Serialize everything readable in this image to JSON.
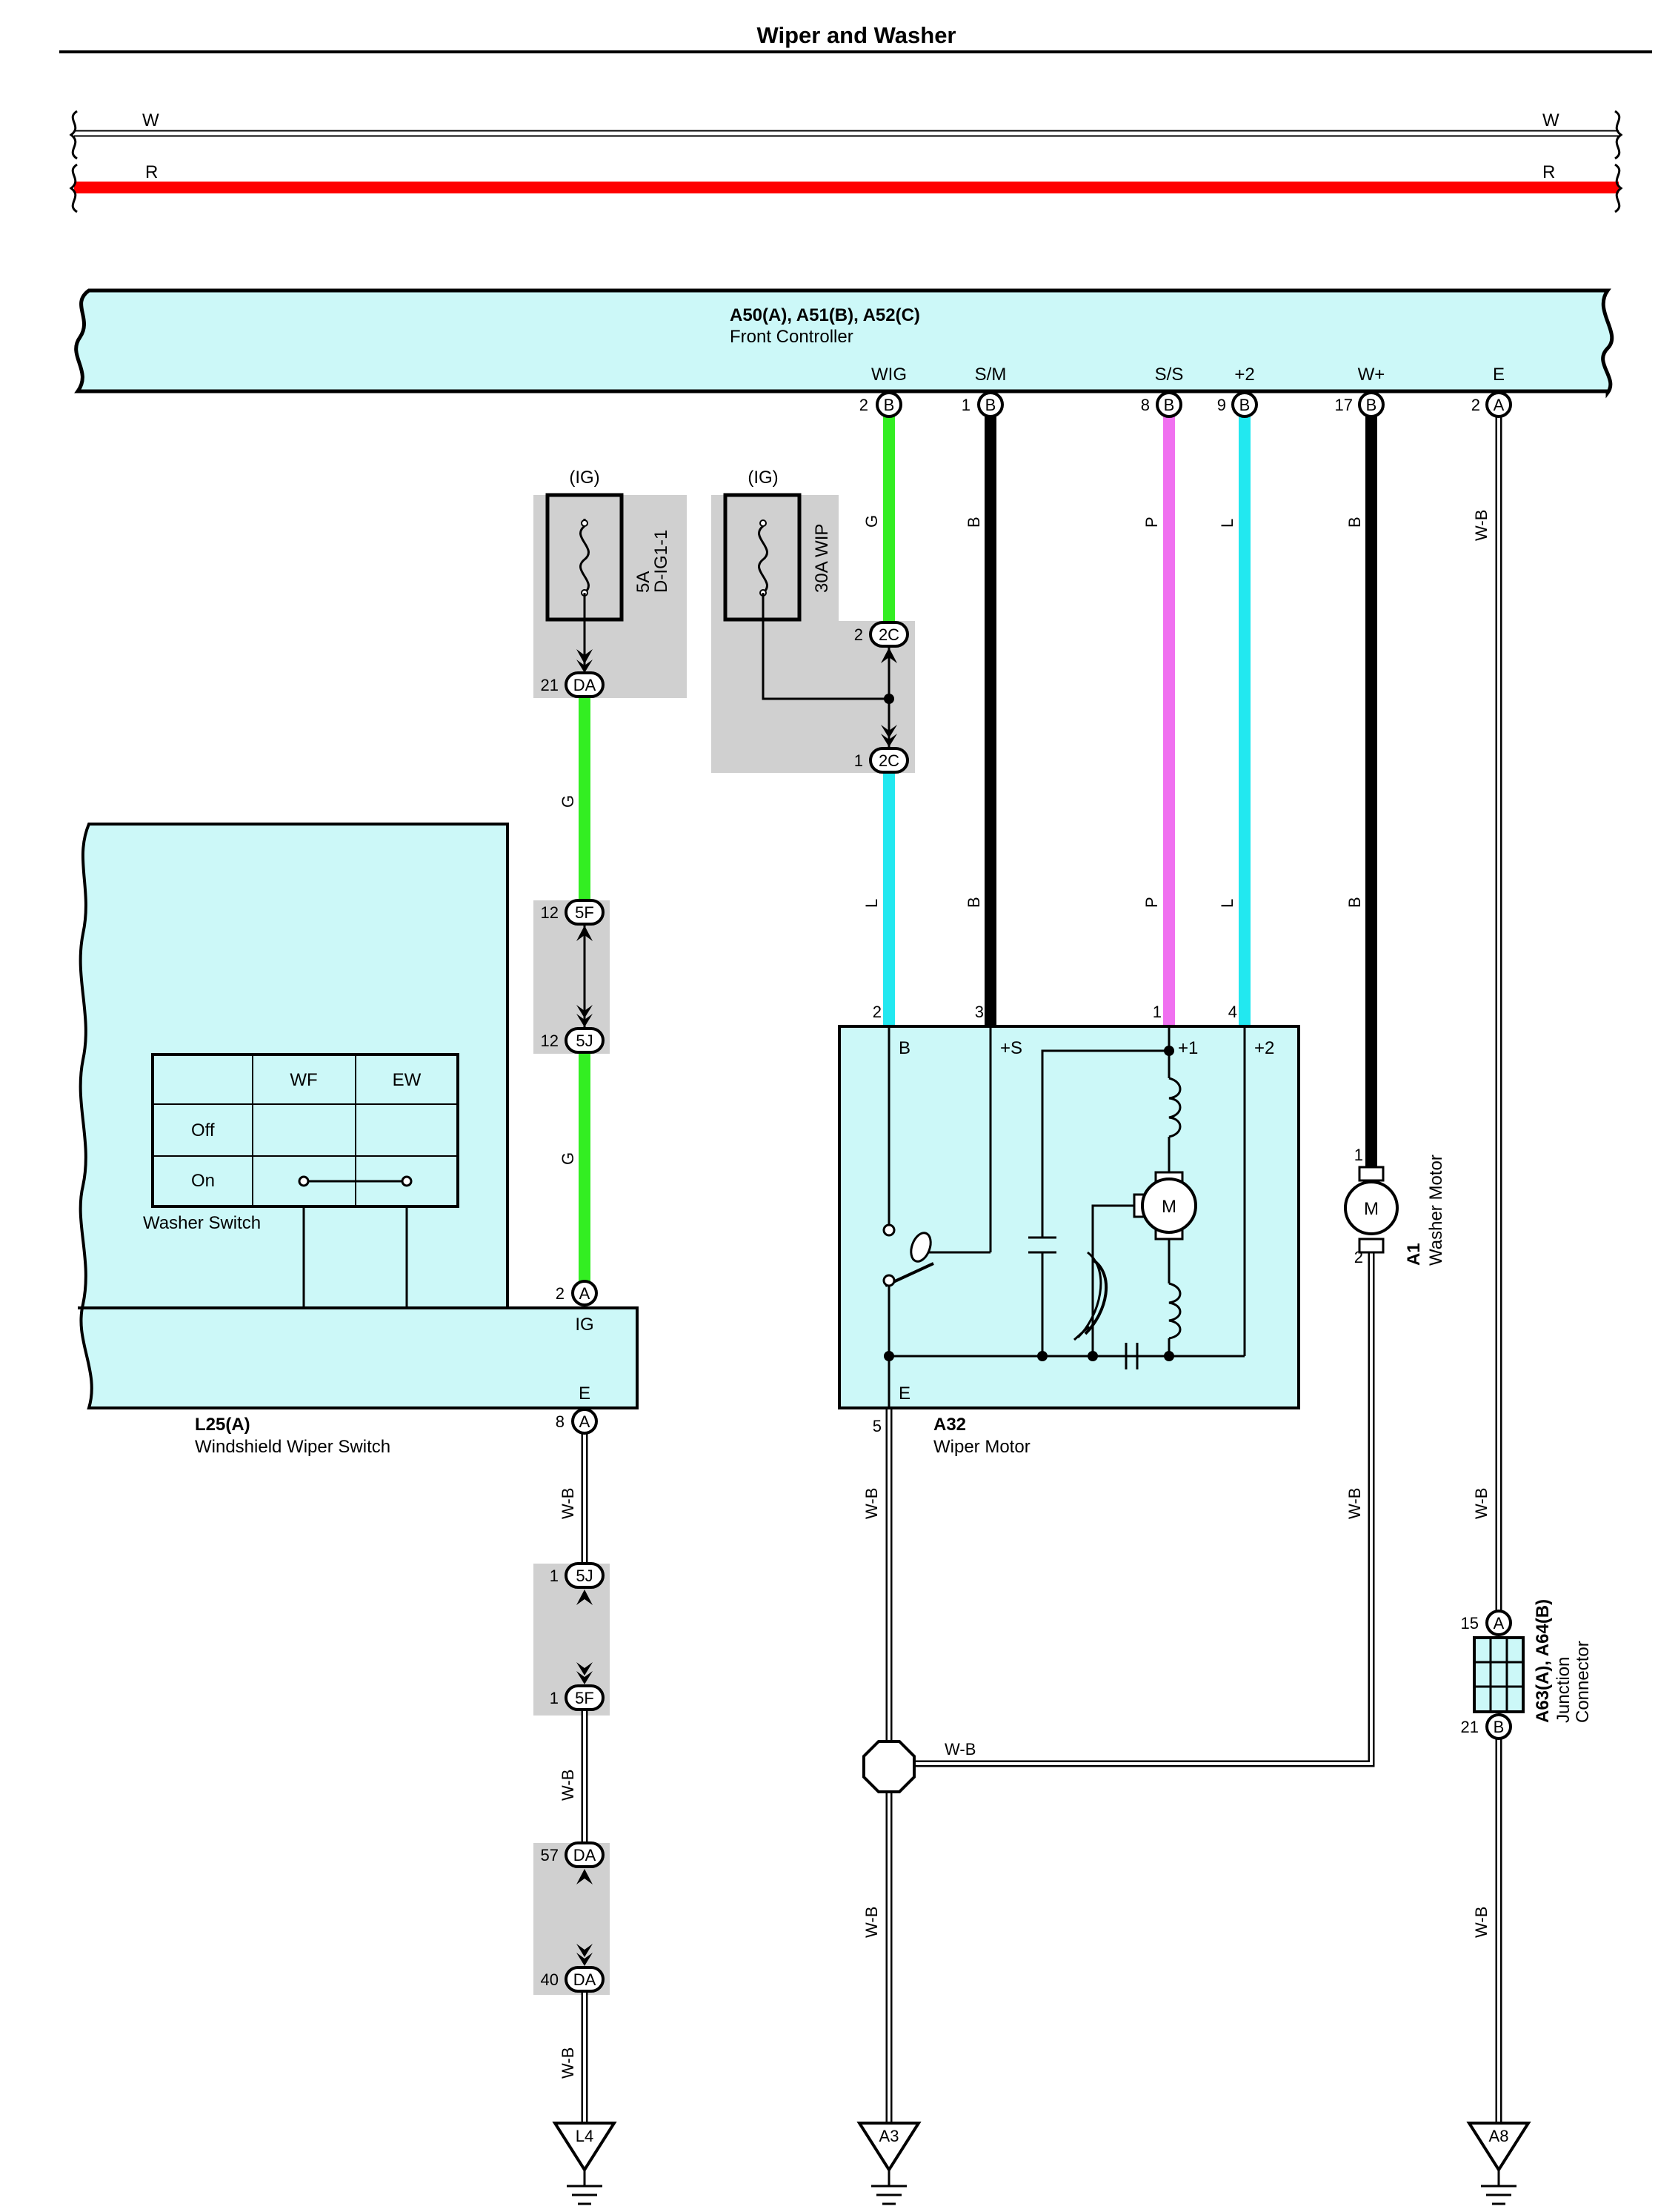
{
  "title": "Wiper and Washer",
  "bus": {
    "wire_w": "W",
    "wire_r": "R"
  },
  "front_controller": {
    "id": "A50(A), A51(B), A52(C)",
    "name": "Front Controller",
    "terminals": [
      {
        "name": "WIG",
        "pin": "2",
        "conn": "B"
      },
      {
        "name": "S/M",
        "pin": "1",
        "conn": "B"
      },
      {
        "name": "S/S",
        "pin": "8",
        "conn": "B"
      },
      {
        "name": "+2",
        "pin": "9",
        "conn": "B"
      },
      {
        "name": "W+",
        "pin": "17",
        "conn": "B"
      },
      {
        "name": "E",
        "pin": "2",
        "conn": "A"
      }
    ]
  },
  "fuses": [
    {
      "supply": "(IG)",
      "rating": "5A",
      "name": "D-IG1-1"
    },
    {
      "supply": "(IG)",
      "rating": "30A",
      "name": "WIP"
    }
  ],
  "connectors": {
    "da21": {
      "pin": "21",
      "id": "DA"
    },
    "c2_top": {
      "pin": "2",
      "id": "2C"
    },
    "c2_bottom": {
      "pin": "1",
      "id": "2C"
    },
    "f5_top": {
      "pin": "12",
      "id": "5F"
    },
    "j5_top": {
      "pin": "12",
      "id": "5J"
    },
    "j5_bot": {
      "pin": "1",
      "id": "5J"
    },
    "f5_bot": {
      "pin": "1",
      "id": "5F"
    },
    "da57": {
      "pin": "57",
      "id": "DA"
    },
    "da40": {
      "pin": "40",
      "id": "DA"
    }
  },
  "wire_colors": {
    "g": "G",
    "b": "B",
    "p": "P",
    "l": "L",
    "wb": "W-B"
  },
  "washer_switch": {
    "label": "Washer Switch",
    "col1": "WF",
    "col2": "EW",
    "row1": "Off",
    "row2": "On"
  },
  "wiper_switch": {
    "id": "L25(A)",
    "name": "Windshield Wiper Switch",
    "ig_pin": "2",
    "ig_conn": "A",
    "ig_label": "IG",
    "e_label": "E",
    "e_pin": "8",
    "e_conn": "A"
  },
  "wiper_motor": {
    "id": "A32",
    "name": "Wiper Motor",
    "pins": [
      "2",
      "3",
      "1",
      "4"
    ],
    "terms": [
      "B",
      "+S",
      "+1",
      "+2"
    ],
    "e_label": "E",
    "e_pin": "5",
    "motor": "M"
  },
  "washer_motor": {
    "id": "A1",
    "name": "Washer Motor",
    "pin_top": "1",
    "pin_bottom": "2",
    "motor": "M"
  },
  "junction": {
    "id": "A63(A), A64(B)",
    "name1": "Junction",
    "name2": "Connector",
    "pin_top": "15",
    "conn_top": "A",
    "pin_bottom": "21",
    "conn_bottom": "B"
  },
  "grounds": [
    "L4",
    "A3",
    "A8"
  ],
  "colors": {
    "green": "#33ee22",
    "black": "#000000",
    "pink": "#f070f0",
    "cyan": "#22e8f0",
    "red": "#ff0000",
    "panel": "#ccf8f8",
    "shade": "#d0d0d0"
  }
}
